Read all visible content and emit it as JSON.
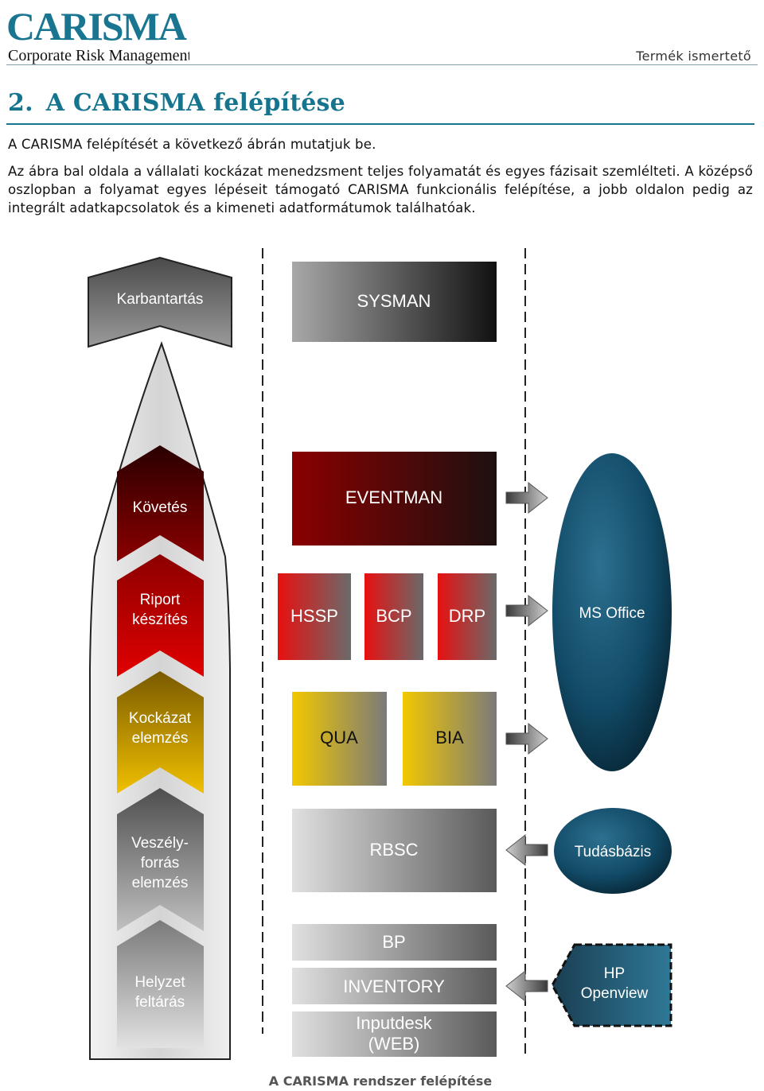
{
  "header": {
    "logo_text": "CARISMA",
    "logo_subtitle": "Corporate Risk Management",
    "doc_type": "Termék ismertető"
  },
  "section": {
    "number": "2.",
    "title": "A CARISMA felépítése"
  },
  "paragraphs": {
    "intro": "A CARISMA felépítését a következő ábrán mutatjuk be.",
    "description": "Az ábra bal oldala a vállalati kockázat menedzsment teljes folyamatát és egyes fázisait szemlélteti. A középső oszlopban a folyamat egyes lépéseit támogató CARISMA funkcionális felépítése, a jobb oldalon pedig az integrált adatkapcsolatok és a kimeneti adatformátumok találhatóak."
  },
  "diagram": {
    "process": {
      "top": "Karbantartás",
      "phases": [
        {
          "lines": [
            "Követés"
          ]
        },
        {
          "lines": [
            "Riport",
            "készítés"
          ]
        },
        {
          "lines": [
            "Kockázat",
            "elemzés"
          ]
        },
        {
          "lines": [
            "Veszély-",
            "forrás",
            "elemzés"
          ]
        },
        {
          "lines": [
            "Helyzet",
            "feltárás"
          ]
        }
      ]
    },
    "modules": {
      "sysman": "SYSMAN",
      "eventman": "EVENTMAN",
      "hssp": "HSSP",
      "bcp": "BCP",
      "drp": "DRP",
      "qua": "QUA",
      "bia": "BIA",
      "rbsc": "RBSC",
      "bp": "BP",
      "inventory": "INVENTORY",
      "inputdesk": [
        "Inputdesk",
        "(WEB)"
      ]
    },
    "integrations": {
      "ms_office": "MS Office",
      "knowledge_base": "Tudásbázis",
      "hp_openview": [
        "HP",
        "Openview"
      ]
    }
  },
  "caption": "A CARISMA rendszer felépítése"
}
